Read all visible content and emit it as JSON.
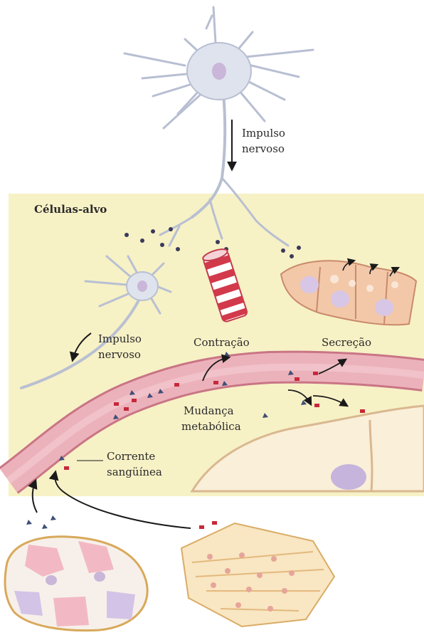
{
  "labels": {
    "target_cells": "Células-alvo",
    "nerve_impulse_top_1": "Impulso",
    "nerve_impulse_top_2": "nervoso",
    "nerve_impulse_left_1": "Impulso",
    "nerve_impulse_left_2": "nervoso",
    "contraction": "Contração",
    "secretion": "Secreção",
    "metabolic_change_1": "Mudança",
    "metabolic_change_2": "metabólica",
    "bloodstream_1": "Corrente",
    "bloodstream_2": "sangüínea"
  },
  "colors": {
    "background_panel": "#f7f1c6",
    "vessel": "#ecb2bb",
    "vessel_edge": "#c97585",
    "neuron": "#dfe3ee",
    "neuron_nucleus": "#c9b6d8",
    "gland_tissue": "#f2c8a9",
    "hormone_red": "#c8283a",
    "hormone_blue": "#3f4f78"
  }
}
